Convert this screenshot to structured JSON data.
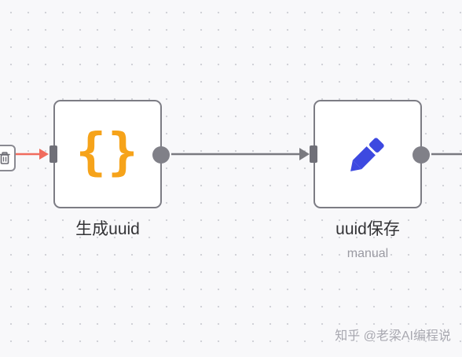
{
  "nodes": {
    "generate": {
      "label": "生成uuid",
      "icon": "braces-icon",
      "icon_glyph": "{}",
      "icon_color": "#f6a31a"
    },
    "save": {
      "label": "uuid保存",
      "subtitle": "manual",
      "icon": "pencil-icon",
      "icon_color": "#3d49e0"
    }
  },
  "connections": {
    "incoming_color": "#f06b5d",
    "default_color": "#7a7a80"
  },
  "toolbar": {
    "delete_icon": "trash-icon"
  },
  "watermark": {
    "text": "知乎 @老梁AI编程说"
  },
  "colors": {
    "canvas_background": "#f8f8fa",
    "grid_dot": "#cfd0d6",
    "node_border": "#7c7c84"
  }
}
